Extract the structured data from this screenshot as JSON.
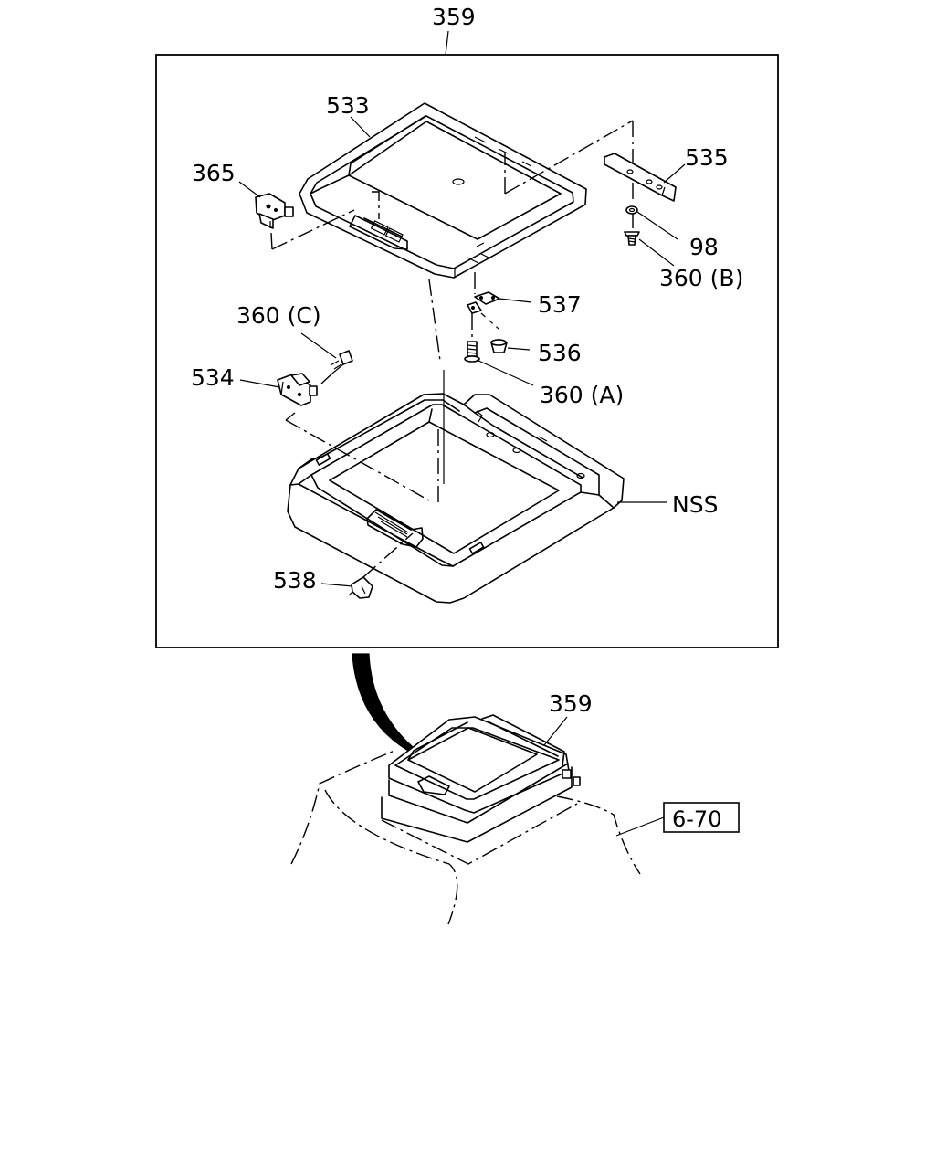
{
  "labels": {
    "assembly_top": "359",
    "part_533": "533",
    "part_365": "365",
    "part_535": "535",
    "part_98": "98",
    "part_360b": "360 (B)",
    "part_360c": "360 (C)",
    "part_537": "537",
    "part_536": "536",
    "part_534": "534",
    "part_360a": "360 (A)",
    "part_nss": "NSS",
    "part_538": "538",
    "assembly_inset": "359",
    "ref_page": "6-70"
  }
}
